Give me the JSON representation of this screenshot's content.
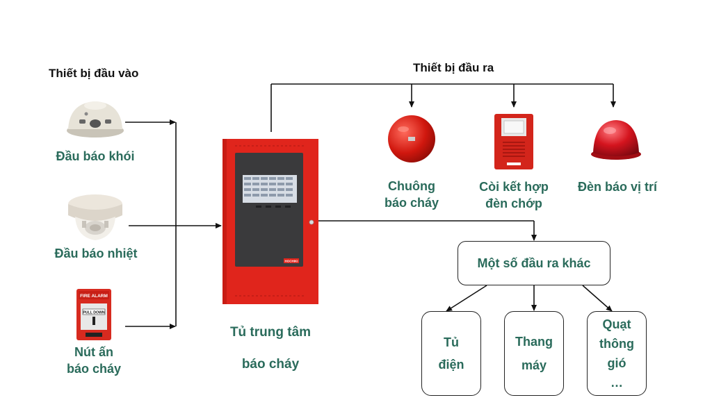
{
  "headings": {
    "inputs": "Thiết bị đầu vào",
    "outputs": "Thiết bị đầu ra"
  },
  "inputs": {
    "smoke": "Đầu báo khói",
    "heat": "Đầu báo nhiệt",
    "call_point": [
      "Nút ấn",
      "báo cháy"
    ],
    "alarm_text_top": "FIRE   ALARM",
    "alarm_text_mid": "PULL DOWN"
  },
  "panel": {
    "label_line1": "Tủ trung tâm",
    "label_line2": "báo cháy",
    "brand": "HOCHIKI"
  },
  "outputs": {
    "bell": [
      "Chuông",
      "báo cháy"
    ],
    "horn_strobe": [
      "Còi kết hợp",
      "đèn chớp"
    ],
    "beacon": "Đèn báo vị trí",
    "other": "Một số đầu ra khác",
    "sub": {
      "cabinet": [
        "Tủ",
        "điện"
      ],
      "elevator": [
        "Thang",
        "máy"
      ],
      "fan": [
        "Quạt",
        "thông",
        "gió",
        "…"
      ]
    }
  },
  "colors": {
    "label_green": "#2a6b5b",
    "panel_red": "#e0251c",
    "line": "#111111"
  }
}
